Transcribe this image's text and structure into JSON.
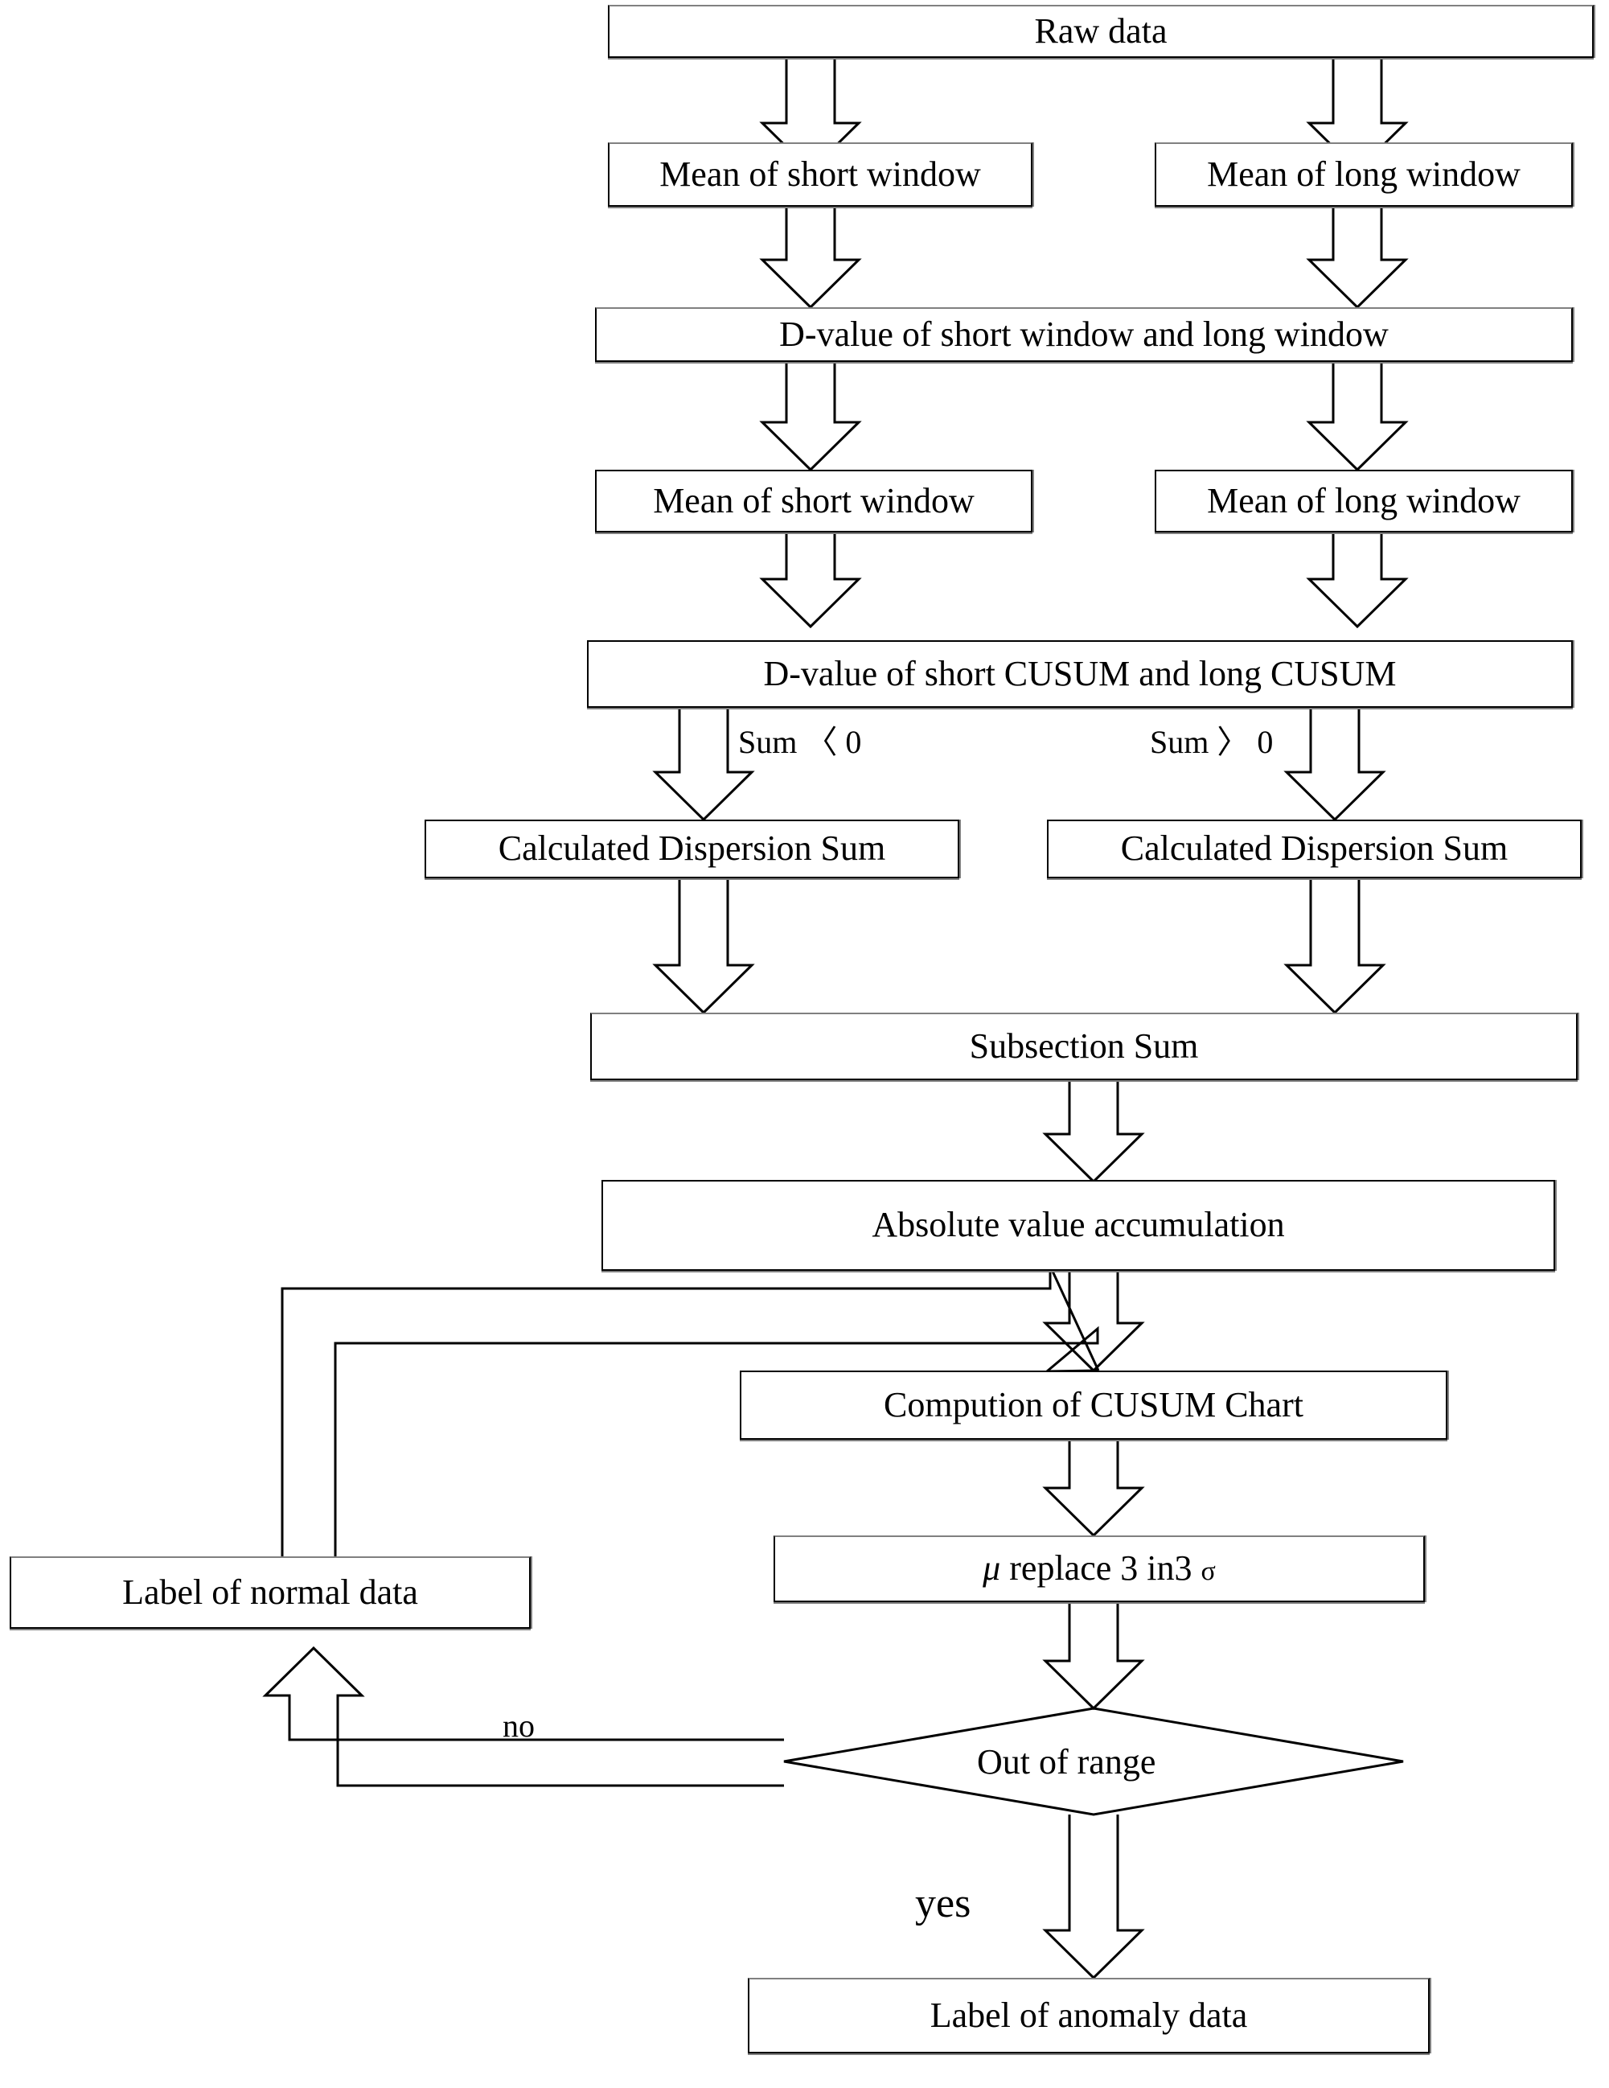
{
  "diagram": {
    "title": "CUSUM-based anomaly detection flowchart",
    "type": "flowchart",
    "background_color": "#ffffff",
    "line_color": "#000000",
    "shadow_color": "#808080"
  },
  "nodes": {
    "raw_data": "Raw data",
    "mean_short_1": "Mean of short window",
    "mean_long_1": "Mean of long window",
    "dvalue_windows": "D-value of short window and long window",
    "mean_short_2": "Mean of short window",
    "mean_long_2": "Mean of long window",
    "dvalue_cusum": "D-value of short CUSUM and long CUSUM",
    "dispersion_left": "Calculated Dispersion Sum",
    "dispersion_right": "Calculated Dispersion Sum",
    "subsection_sum": "Subsection Sum",
    "absolute_accumulation": "Absolute value accumulation",
    "cusum_chart": "Compution of CUSUM Chart",
    "mu_replace_prefix": "replace 3 in3",
    "mu_symbol": "μ",
    "sigma_symbol": "σ",
    "mu_replace_full": "μ replace 3 in3 σ",
    "label_normal": "Label of normal data",
    "decision_out_of_range": "Out of range",
    "label_anomaly": "Label of anomaly data"
  },
  "edge_labels": {
    "sum_less_than_zero": "Sum 〈 0",
    "sum_greater_than_zero": "Sum 〉 0",
    "sum_word": "Sum",
    "less_than_glyph": "〈",
    "greater_than_glyph": "〉",
    "zero": "0",
    "branch_no": "no",
    "branch_yes": "yes"
  },
  "flow_order": [
    "Raw data",
    "Mean of short window / Mean of long window",
    "D-value of short window and long window",
    "Mean of short window / Mean of long window",
    "D-value of short CUSUM and long CUSUM",
    "Calculated Dispersion Sum (Sum < 0) / Calculated Dispersion Sum (Sum > 0)",
    "Subsection Sum",
    "Absolute value accumulation",
    "Compution of CUSUM Chart",
    "μ replace 3 in3 σ",
    "Out of range",
    "yes -> Label of anomaly data ; no -> Label of normal data -> loop back"
  ]
}
